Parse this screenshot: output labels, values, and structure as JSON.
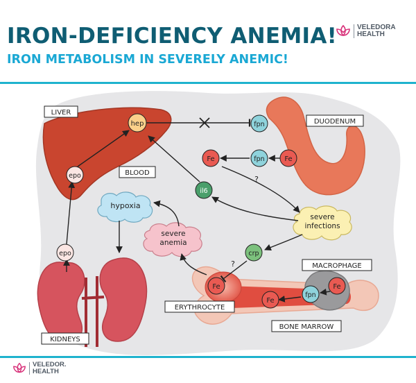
{
  "header": {
    "title": "IRON-DEFICIENCY ANEMIA!",
    "subtitle": "IRON METABOLISM IN SEVERELY ANEMIC!"
  },
  "brand": {
    "line1": "VELEDORA",
    "line2": "HEALTH"
  },
  "footer_brand": {
    "line1": "VELEDOR.",
    "line2": "HEALTH"
  },
  "labels": {
    "liver": "LIVER",
    "duodenum": "DUODENUM",
    "blood": "BLOOD",
    "kidneys": "KIDNEYS",
    "macrophage": "MACROPHAGE",
    "erythrocyte": "ERYTHROCYTE",
    "bone_marrow": "BONE MARROW"
  },
  "nodes": {
    "hep": "hep",
    "epo_liver": "epo",
    "epo_kidney": "epo",
    "fpn_top": "fpn",
    "fpn_mid": "fpn",
    "fe_duodenum": "Fe",
    "fe_blood": "Fe",
    "il6": "il6",
    "crp": "crp",
    "fe_erythrocyte": "Fe",
    "fe_marrow": "Fe",
    "fpn_macrophage": "fpn",
    "fe_macrophage": "Fe",
    "hypoxia": "hypoxia",
    "severe_anemia_1": "severe",
    "severe_anemia_2": "anemia",
    "severe_infections_1": "severe",
    "severe_infections_2": "infections",
    "question_1": "?",
    "question_2": "?"
  },
  "colors": {
    "title": "#0f5d73",
    "subtitle": "#1aa8d4",
    "rule": "#1fb3ce",
    "liver": "#c9452f",
    "kidney": "#d6545e",
    "duodenum": "#e8785a",
    "fe_node": "#e95a52",
    "fpn_node": "#8fd3dc",
    "il6_node": "#4a9f6b",
    "crp_node": "#7cc17d",
    "hep_node": "#fbd08a",
    "hypoxia_cloud": "#bfe4f4",
    "anemia_cloud": "#f6c3cc",
    "infections_cloud": "#fbf0b3",
    "background_blob": "#e6e6e8"
  }
}
